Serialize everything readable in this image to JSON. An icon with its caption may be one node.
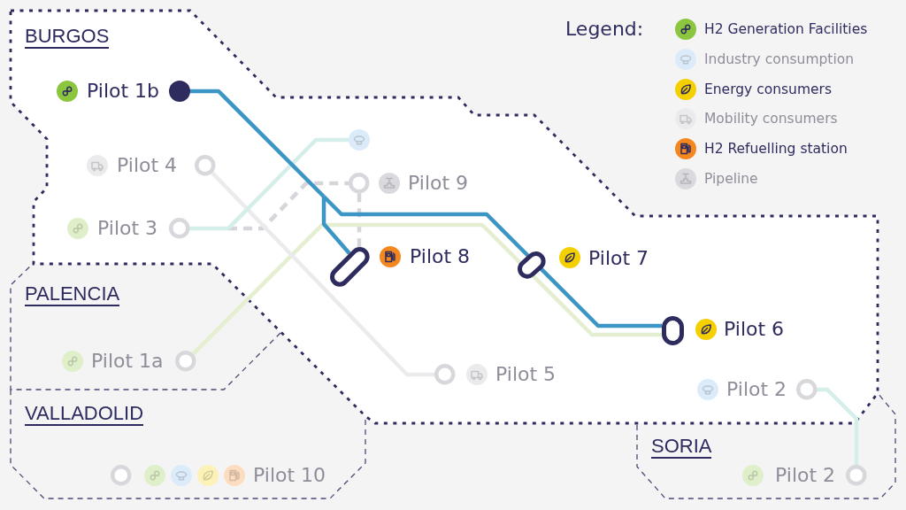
{
  "diagram": {
    "nodes": [
      {
        "text": [
          "BURGOS"
        ]
      },
      {
        "text": [],
        "shape": "circle",
        "beside": [
          "Pilot 1b"
        ],
        "in": 0
      },
      {
        "text": [],
        "shape": "circle",
        "in": 0
      },
      {
        "text": [],
        "shape": "circle",
        "beside": [
          "Pilot 4"
        ],
        "in": 0
      },
      {
        "text": [],
        "shape": "circle",
        "beside": [
          "Pilot 9"
        ],
        "in": 0
      },
      {
        "text": [],
        "shape": "circle",
        "beside": [
          "Pilot 3"
        ],
        "in": 0
      },
      {
        "text": [],
        "shape": "pill",
        "beside": [
          "Pilot 8"
        ],
        "in": 0
      },
      {
        "text": [],
        "shape": "pill",
        "beside": [
          "Pilot 7"
        ],
        "in": 0
      },
      {
        "text": [],
        "shape": "pill",
        "beside": [
          "Pilot 6"
        ],
        "in": 0
      },
      {
        "text": [],
        "shape": "circle",
        "beside": [
          "Pilot 5"
        ],
        "in": 0
      },
      {
        "text": [],
        "shape": "circle",
        "beside": [
          "Pilot 2"
        ],
        "in": 0
      },
      {
        "text": [
          "PALENCIA"
        ]
      },
      {
        "text": [],
        "shape": "circle",
        "beside": [
          "Pilot 1a"
        ],
        "in": 11
      },
      {
        "text": [
          "VALLADOLID"
        ]
      },
      {
        "text": [],
        "shape": "circle",
        "in": 13
      },
      {
        "text": [
          "SORIA"
        ]
      },
      {
        "text": [],
        "shape": "circle",
        "beside": [
          "Pilot 2"
        ],
        "in": 15
      }
    ],
    "edges": [
      {
        "from": 1,
        "to": 6,
        "arrow": "none"
      },
      {
        "from": 1,
        "to": 7,
        "arrow": "none"
      },
      {
        "from": 7,
        "to": 8,
        "arrow": "none"
      },
      {
        "from": 12,
        "to": 7,
        "arrow": "none",
        "color": "#e4efd1"
      },
      {
        "from": 7,
        "to": 8,
        "arrow": "none",
        "color": "#e4efd1"
      },
      {
        "from": 3,
        "to": 9,
        "arrow": "none",
        "color": "#ebebee"
      },
      {
        "from": 5,
        "to": 2,
        "arrow": "none",
        "color": "#d4eee9"
      },
      {
        "from": 5,
        "to": 4,
        "arrow": "none",
        "style": "dashed",
        "color": "#d5d5da"
      },
      {
        "from": 4,
        "to": 6,
        "arrow": "none",
        "style": "dashed",
        "color": "#d5d5da"
      },
      {
        "from": 10,
        "to": 16,
        "arrow": "none",
        "color": "#d4eee9"
      }
    ],
    "labels": [
      "Legend:",
      "Pilot 10"
    ],
    "legend": [
      {
        "text": "H2 Generation Facilities",
        "color": "#8cc63f"
      },
      {
        "text": "Industry consumption",
        "color": "#dcebf9"
      },
      {
        "text": "Energy consumers",
        "color": "#f5d000"
      },
      {
        "text": "Mobility consumers",
        "color": "#ebebed"
      },
      {
        "text": "H2 Refuelling station",
        "color": "#f5871f"
      },
      {
        "text": "Pipeline",
        "color": "#d9d9de"
      }
    ]
  }
}
